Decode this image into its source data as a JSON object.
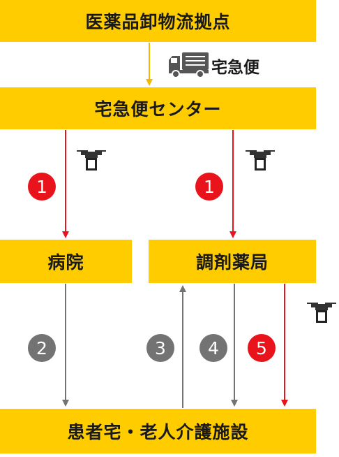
{
  "boxes": {
    "wholesaler": "医薬品卸物流拠点",
    "delivery_center": "宅急便センター",
    "hospital": "病院",
    "pharmacy": "調剤薬局",
    "home_facility": "患者宅・老人介護施設"
  },
  "truck_label": "宅急便",
  "steps": [
    "1",
    "2",
    "3",
    "4",
    "5",
    "1"
  ],
  "colors": {
    "box": "#FFCC00",
    "red": "#E8131B",
    "gray": "#737373",
    "arrow_yellow": "#F5B800"
  }
}
